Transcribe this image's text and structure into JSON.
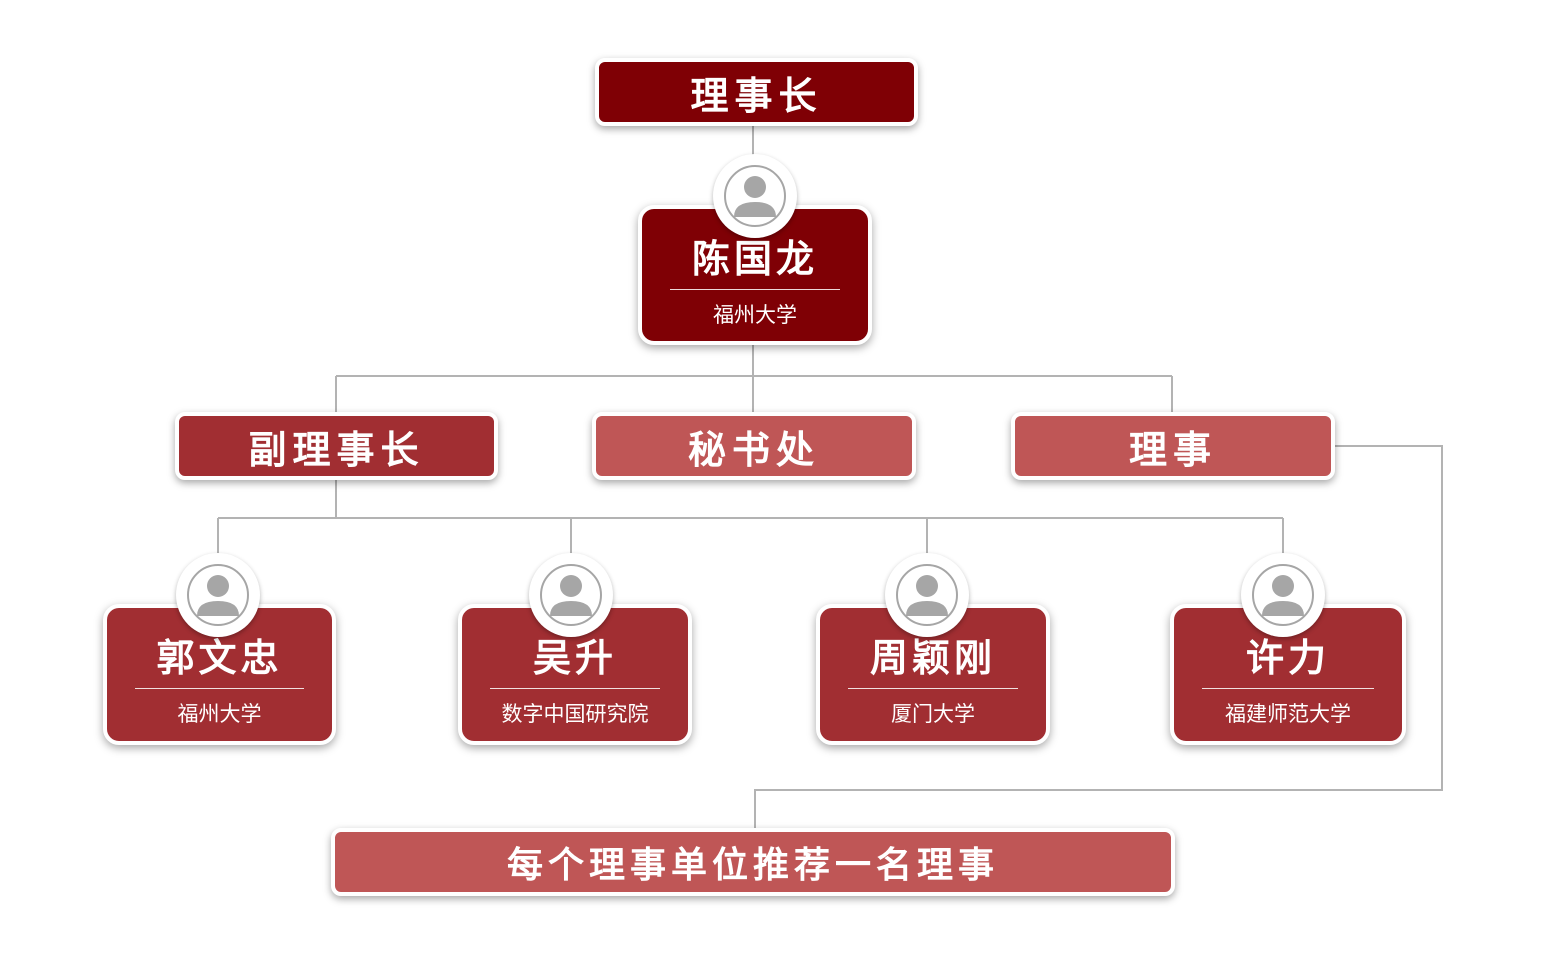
{
  "chairman_title": "理事长",
  "chairman": {
    "name": "陈国龙",
    "org": "福州大学"
  },
  "branches": {
    "vice_chairman": "副理事长",
    "secretariat": "秘书处",
    "directors": "理事"
  },
  "vice_chairmen": [
    {
      "name": "郭文忠",
      "org": "福州大学"
    },
    {
      "name": "吴升",
      "org": "数字中国研究院"
    },
    {
      "name": "周颖刚",
      "org": "厦门大学"
    },
    {
      "name": "许力",
      "org": "福建师范大学"
    }
  ],
  "director_rule": "每个理事单位推荐一名理事",
  "colors": {
    "dark": "#7f0005",
    "mid": "#a12e32",
    "light": "#bf5656",
    "connector": "#b3b3b3",
    "avatar_icon": "#a6a6a6"
  },
  "icons": {
    "person": "person-avatar-icon"
  }
}
